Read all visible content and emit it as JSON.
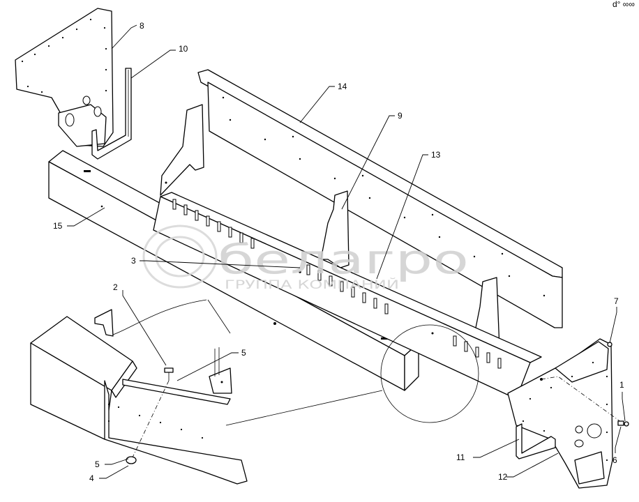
{
  "watermark": {
    "brand": "белагро",
    "tagline": "ГРУППА КОМПАНИЙ"
  },
  "corner_mark": "d° ∞∞",
  "callouts": [
    {
      "id": "c1",
      "text": "1"
    },
    {
      "id": "c2",
      "text": "2"
    },
    {
      "id": "c3",
      "text": "3"
    },
    {
      "id": "c4",
      "text": "4"
    },
    {
      "id": "c5a",
      "text": "5"
    },
    {
      "id": "c5b",
      "text": "5"
    },
    {
      "id": "c6",
      "text": "6"
    },
    {
      "id": "c7",
      "text": "7"
    },
    {
      "id": "c8",
      "text": "8"
    },
    {
      "id": "c9",
      "text": "9"
    },
    {
      "id": "c10",
      "text": "10"
    },
    {
      "id": "c11",
      "text": "11"
    },
    {
      "id": "c12",
      "text": "12"
    },
    {
      "id": "c13",
      "text": "13"
    },
    {
      "id": "c14",
      "text": "14"
    },
    {
      "id": "c15",
      "text": "15"
    }
  ]
}
